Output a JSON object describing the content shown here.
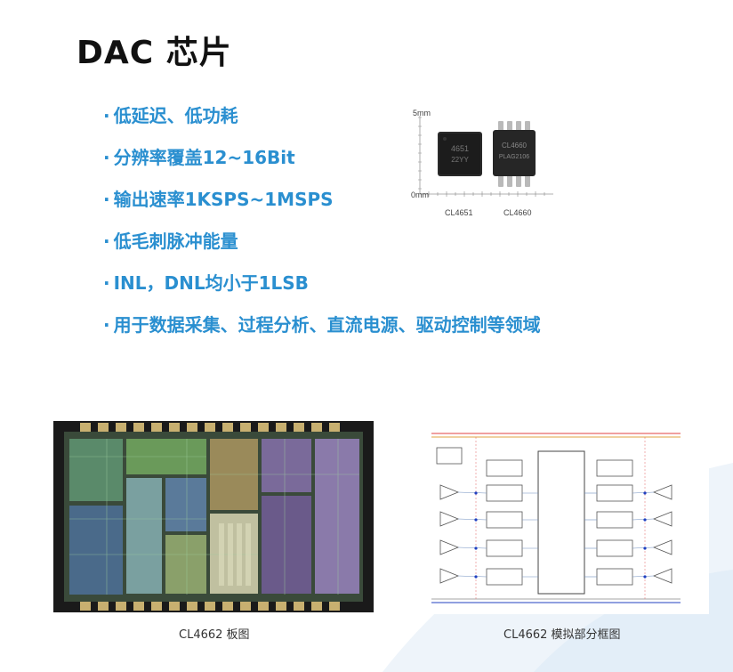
{
  "title": "DAC 芯片",
  "bullet_marker": "·",
  "bullets": [
    "低延迟、低功耗",
    "分辨率覆盖12~16Bit",
    "输出速率1KSPS~1MSPS",
    "低毛刺脉冲能量",
    "INL，DNL均小于1LSB",
    "用于数据采集、过程分析、直流电源、驱动控制等领域"
  ],
  "chip_photo": {
    "ruler_top": "5mm",
    "ruler_bottom": "0mm",
    "chip1_label": "CL4651",
    "chip2_label": "CL4660",
    "chip1_marking": [
      "4651",
      "22YY"
    ],
    "chip2_marking": [
      "CL4660",
      "PLAG2106"
    ]
  },
  "captions": {
    "layout": "CL4662 板图",
    "block_diagram": "CL4662 模拟部分框图"
  },
  "colors": {
    "accent": "#2a8fd0",
    "title": "#111111"
  }
}
